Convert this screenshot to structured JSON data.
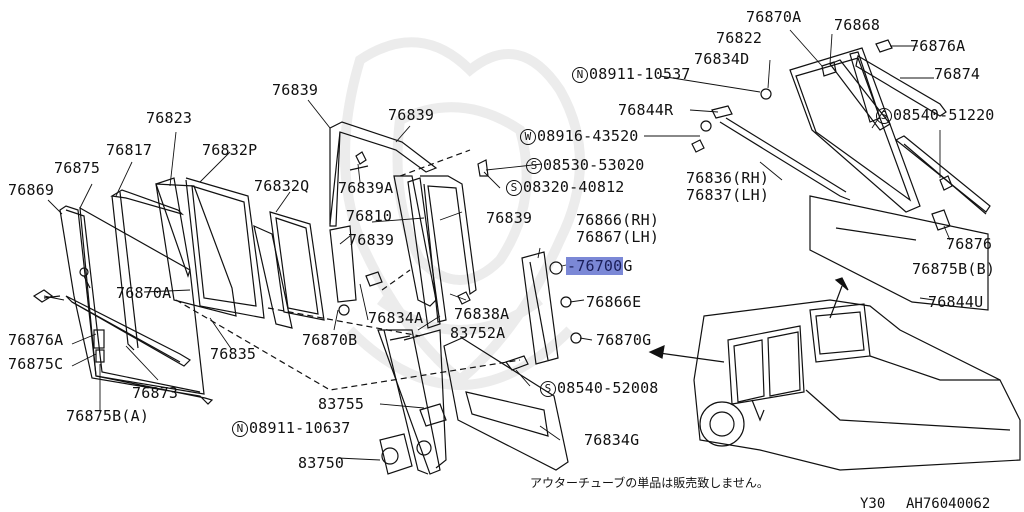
{
  "labels": {
    "l76870A_top": "76870A",
    "l76868": "76868",
    "l76822": "76822",
    "l76876A_top": "76876A",
    "l76834D": "76834D",
    "s08911_10537_prefix": "N",
    "s08911_10537": "08911-10537",
    "l76874": "76874",
    "l76844R": "76844R",
    "s08540_51220_prefix": "S",
    "s08540_51220": "08540-51220",
    "s08916_43520_prefix": "W",
    "s08916_43520": "08916-43520",
    "s08530_53020_prefix": "S",
    "s08530_53020": "08530-53020",
    "l76836RH": "76836(RH)",
    "l76837LH": "76837(LH)",
    "s08320_40812_prefix": "S",
    "s08320_40812": "08320-40812",
    "l76839_a": "76839",
    "l76839_b": "76839",
    "l76839A": "76839A",
    "l76823": "76823",
    "l76817": "76817",
    "l76832P": "76832P",
    "l76875": "76875",
    "l76869": "76869",
    "l76832Q": "76832Q",
    "l76810": "76810",
    "l76839_c": "76839",
    "l76839_d": "76839",
    "l76866RH": "76866(RH)",
    "l76867LH": "76867(LH)",
    "l76876": "76876",
    "l76700G_dash": "-",
    "l76700G_hl": "76700",
    "l76700G_tail": "G",
    "l76875BB": "76875B(B)",
    "l76870A_left": "76870A",
    "l76866E": "76866E",
    "l76844U": "76844U",
    "l76838A": "76838A",
    "l76834A": "76834A",
    "l83752A": "83752A",
    "l76876A_left": "76876A",
    "l76870B": "76870B",
    "l76870G": "76870G",
    "l76875C": "76875C",
    "l76835": "76835",
    "s08540_52008_prefix": "S",
    "s08540_52008": "08540-52008",
    "l76873": "76873",
    "l83755": "83755",
    "l76875BA": "76875B(A)",
    "s08911_10637_prefix": "N",
    "s08911_10637": "08911-10637",
    "l76834G": "76834G",
    "l83750": "83750",
    "note_jp": "アウターチューブの単品は販売致しません。",
    "footer_model": "Y30",
    "footer_code": "AH76040062"
  },
  "colors": {
    "highlight": "#7b88d6",
    "line": "#111111",
    "watermark": "#e8e8e8"
  }
}
